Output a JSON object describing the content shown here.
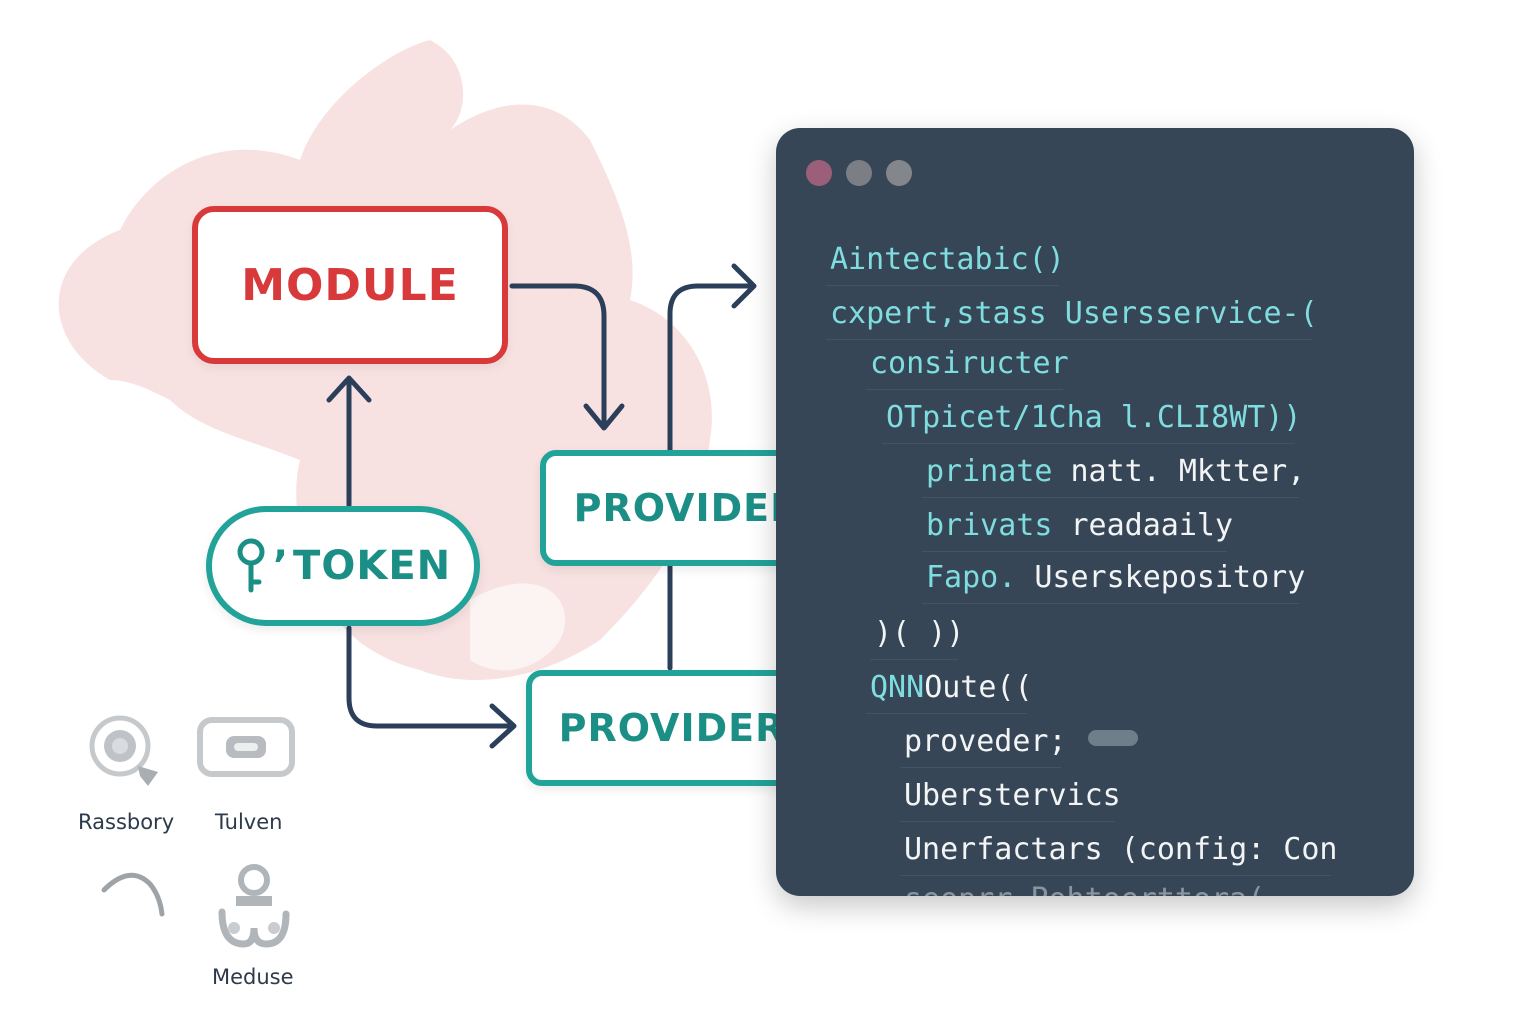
{
  "diagram": {
    "nodes": {
      "module": "MODULE",
      "provider_top": "PROVIDER",
      "provider_bottom": "PROVIDER",
      "token_prefix": "’",
      "token": "TOKEN"
    },
    "edges": [
      {
        "from": "module",
        "to": "provider_top"
      },
      {
        "from": "token",
        "to": "module"
      },
      {
        "from": "token",
        "to": "provider_bottom"
      },
      {
        "from": "provider_bottom",
        "to": "code-editor"
      }
    ]
  },
  "code_editor": {
    "lines": [
      [
        {
          "t": "Aintectabic()",
          "c": "kw"
        }
      ],
      [
        {
          "t": "cxpert,stass Usersservice-(",
          "c": "kw"
        }
      ],
      [
        {
          "t": "consiructer",
          "c": "kw"
        }
      ],
      [
        {
          "t": "OTpicet/1Cha l.CLI8WT))",
          "c": "kw"
        }
      ],
      [
        {
          "t": "prinate",
          "c": "kw"
        },
        {
          "t": " natt. Mktter,",
          "c": "tx"
        }
      ],
      [
        {
          "t": "brivats",
          "c": "kw"
        },
        {
          "t": " readaaily",
          "c": "tx"
        }
      ],
      [
        {
          "t": "Fapo.",
          "c": "kw"
        },
        {
          "t": " Userskepository",
          "c": "tx"
        }
      ],
      [
        {
          "t": ")( ))",
          "c": "tx"
        }
      ],
      [
        {
          "t": "QNN",
          "c": "kw"
        },
        {
          "t": "Oute((",
          "c": "tx"
        }
      ],
      [
        {
          "t": "proveder;",
          "c": "tx"
        }
      ],
      [
        {
          "t": "Uberstervics",
          "c": "tx"
        }
      ],
      [
        {
          "t": "Unerfactars (config: Con",
          "c": "tx"
        }
      ],
      [
        {
          "t": "seoprr Pohtoerttora(",
          "c": "tx"
        }
      ]
    ]
  },
  "side_icons": {
    "items": [
      {
        "label": "Rassbory",
        "icon": "gear-icon"
      },
      {
        "label": "Tulven",
        "icon": "toggle-switch-icon"
      },
      {
        "label": "",
        "icon": "arc-icon"
      },
      {
        "label": "Meduse",
        "icon": "person-icon"
      }
    ]
  },
  "colors": {
    "module": "#d83a3c",
    "provider": "#22a399",
    "connector": "#2b3f5a",
    "editor_bg": "#364656",
    "code_keyword": "#7fdde0",
    "code_text": "#f2f4f6",
    "flame": "#f7dede"
  }
}
